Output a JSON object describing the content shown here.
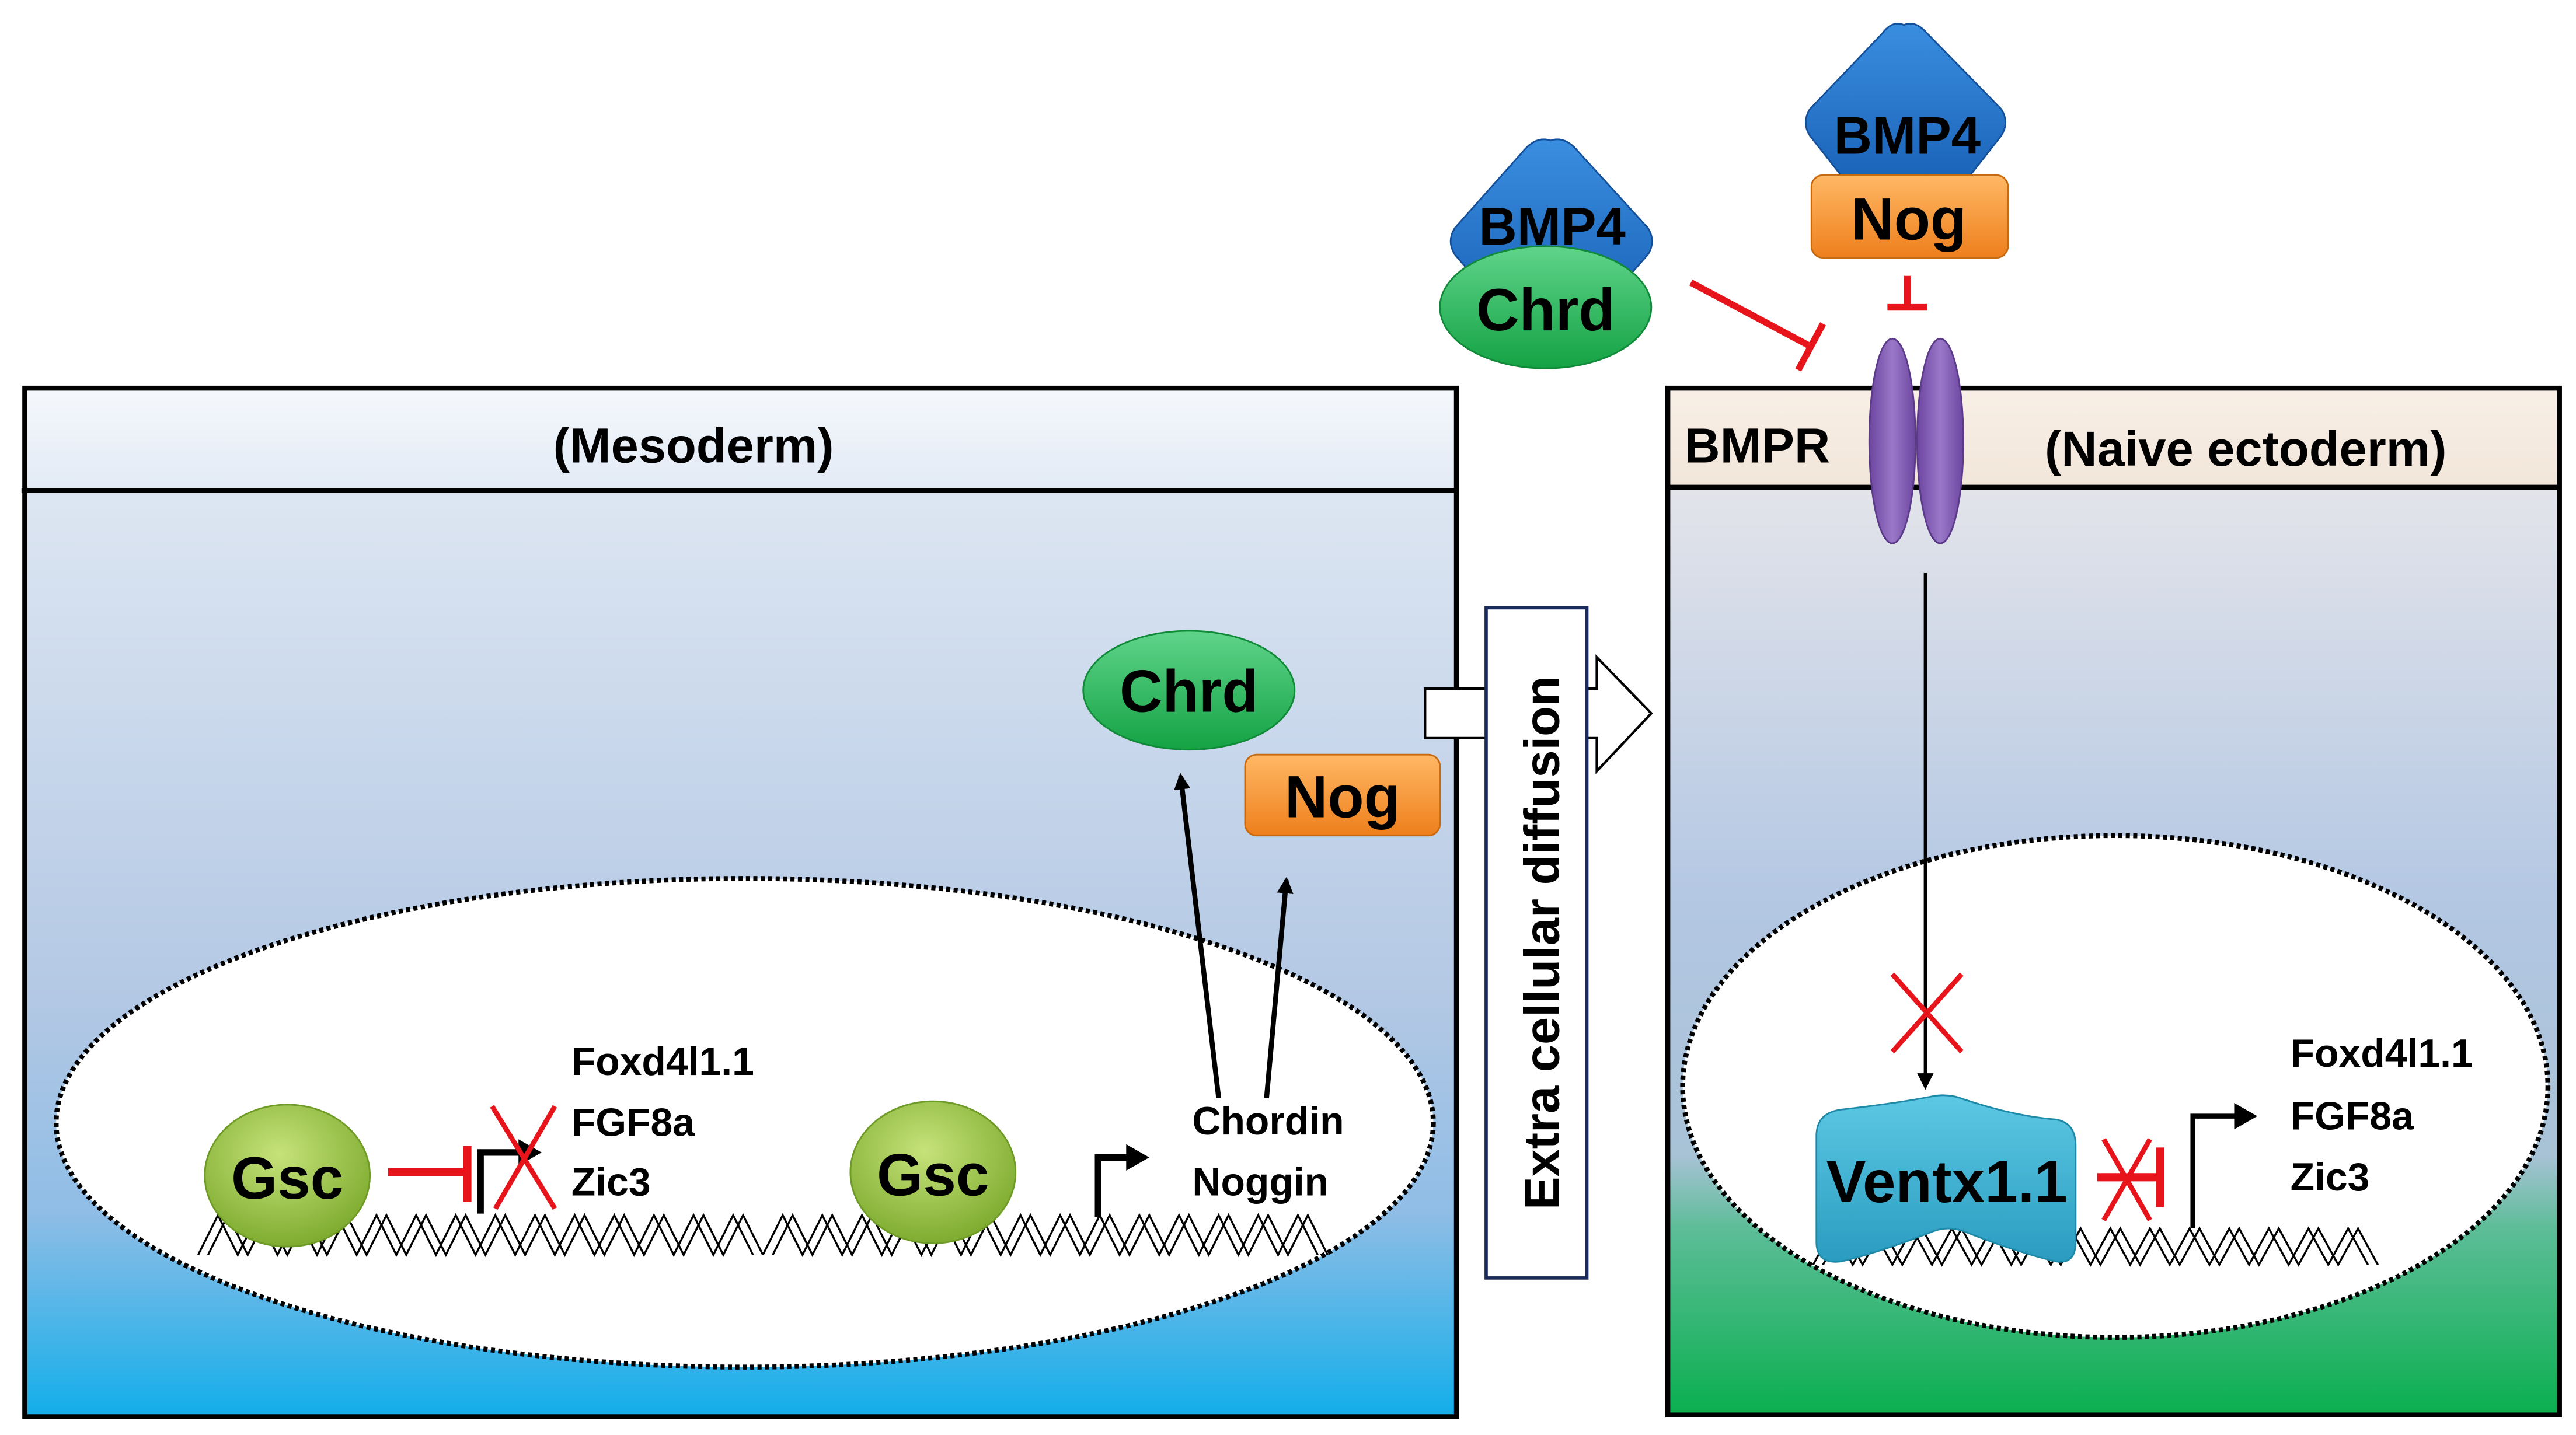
{
  "colors": {
    "bmp4": "#1f6fc5",
    "chrd": "#1bb24a",
    "nog": "#f08a24",
    "gsc": "#8fc03a",
    "ventx": "#33b0cf",
    "bmpr": "#7e57b0",
    "inhibit": "#e8141b"
  },
  "left_cell": {
    "title": "(Mesoderm)",
    "secreted": {
      "chrd": "Chrd",
      "nog": "Nog"
    },
    "nucleus": {
      "repressor": "Gsc",
      "repressed_genes": [
        "Foxd4l1.1",
        "FGF8a",
        "Zic3"
      ],
      "activator": "Gsc",
      "activated_genes": [
        "Chordin",
        "Noggin"
      ]
    }
  },
  "diffusion": {
    "label": "Extra cellular diffusion"
  },
  "extracellular": {
    "complex1": {
      "ligand": "BMP4",
      "antagonist": "Chrd"
    },
    "complex2": {
      "ligand": "BMP4",
      "antagonist": "Nog"
    }
  },
  "right_cell": {
    "receptor": "BMPR",
    "title": "(Naive ectoderm)",
    "nucleus": {
      "factor": "Ventx1.1",
      "genes": [
        "Foxd4l1.1",
        "FGF8a",
        "Zic3"
      ]
    }
  }
}
